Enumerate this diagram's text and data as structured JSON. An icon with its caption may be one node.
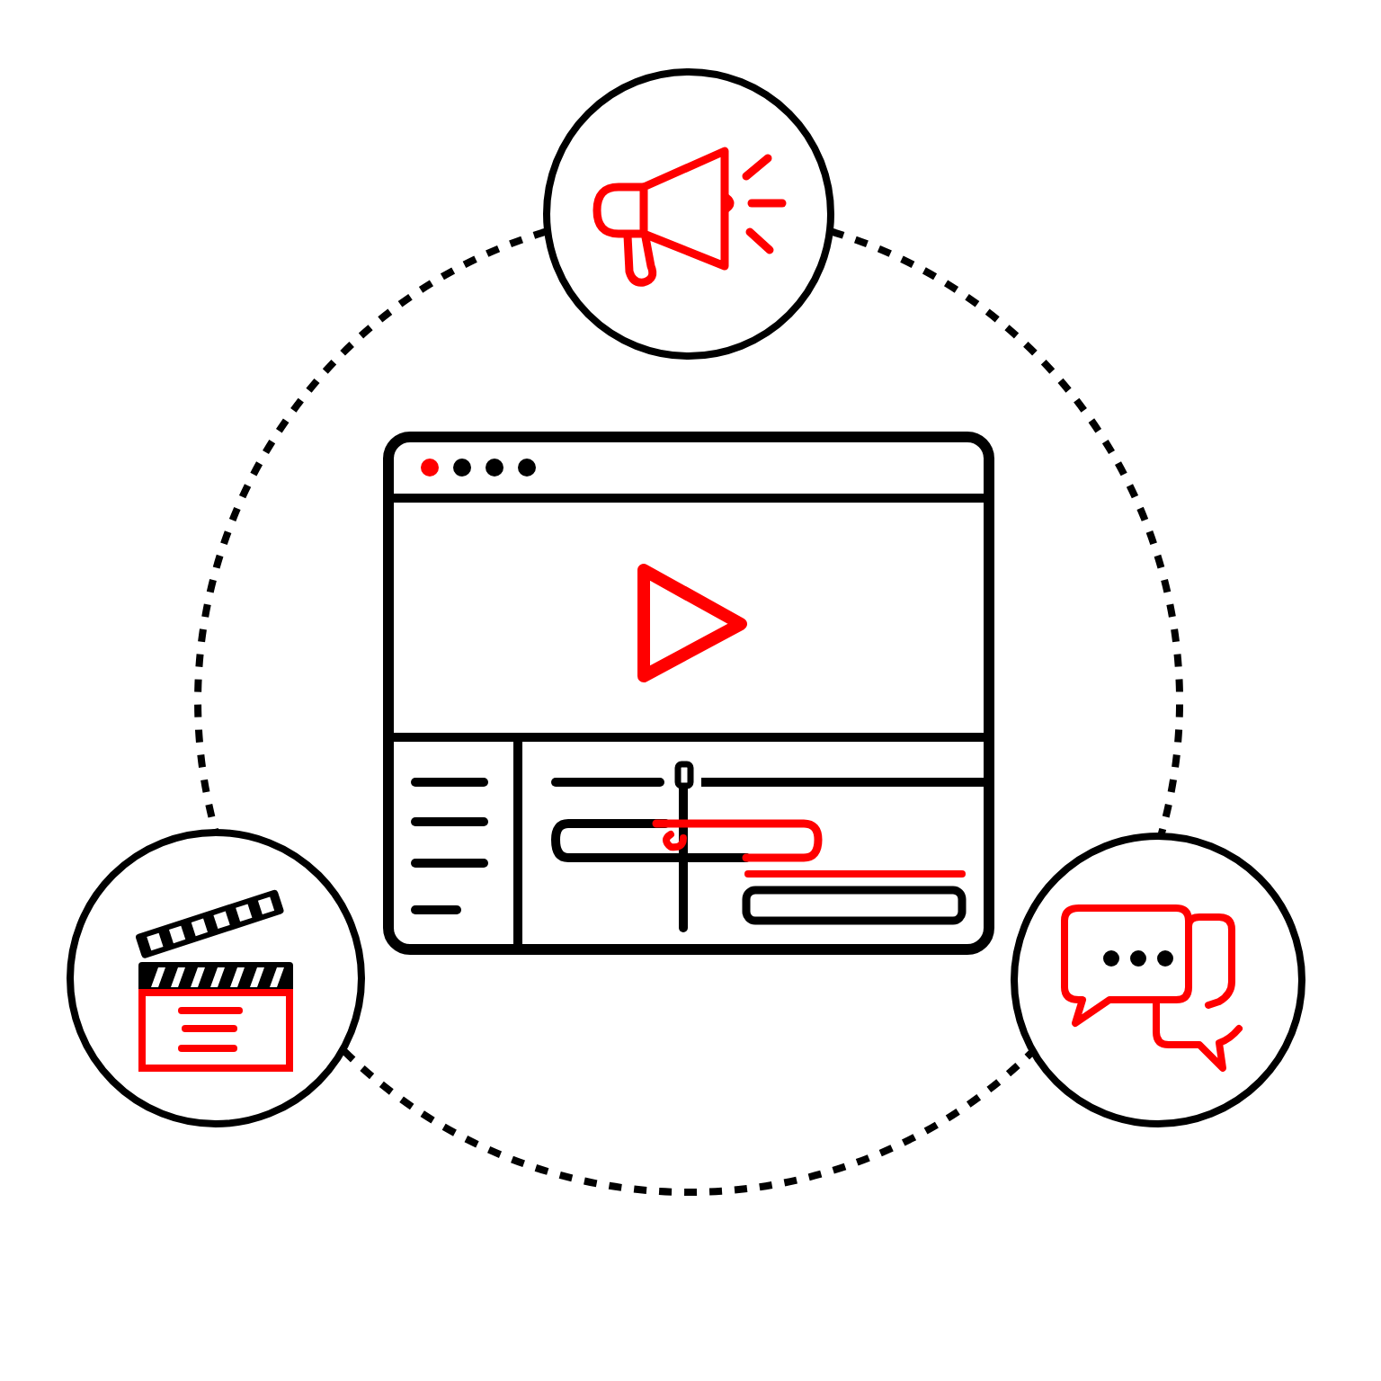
{
  "diagram": {
    "nodes": [
      {
        "text": [],
        "shape": "circle"
      },
      {
        "text": [],
        "shape": "circle"
      },
      {
        "text": [],
        "shape": "circle"
      }
    ],
    "edges": [
      {
        "from": 0,
        "to": 1,
        "arrow": "none",
        "style": "dashed"
      },
      {
        "from": 0,
        "to": 2,
        "arrow": "none",
        "style": "dashed"
      },
      {
        "from": 1,
        "to": 2,
        "arrow": "none",
        "style": "dashed"
      }
    ]
  }
}
